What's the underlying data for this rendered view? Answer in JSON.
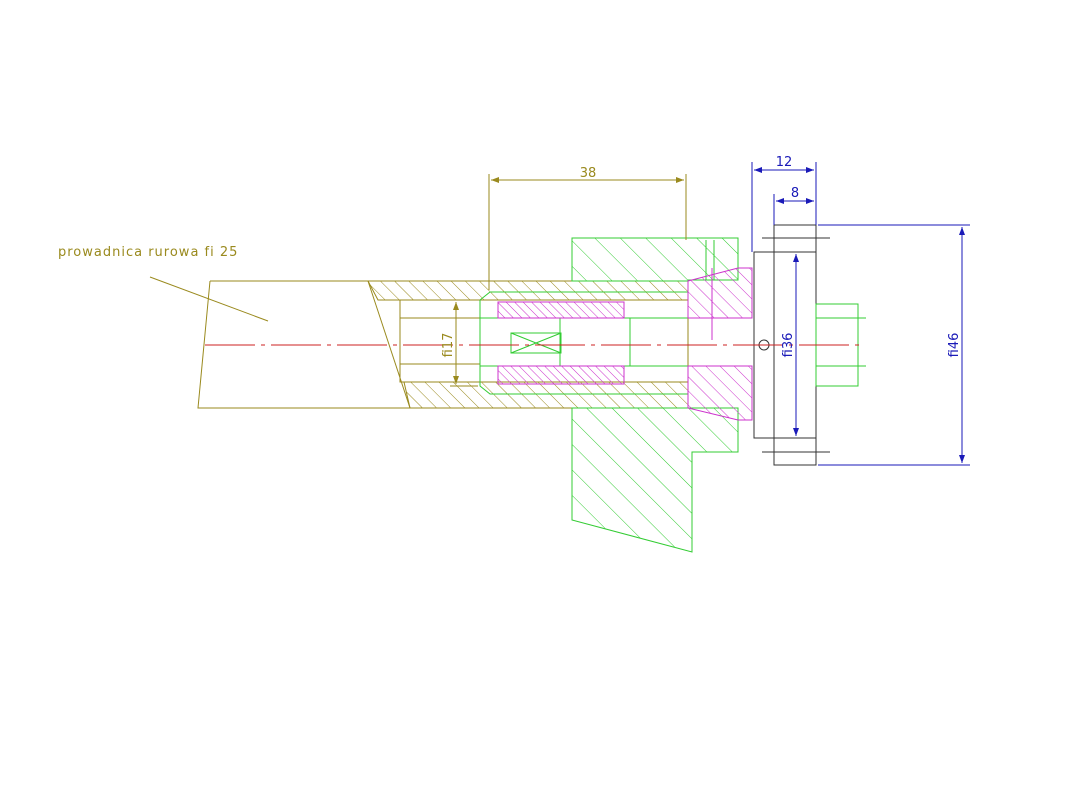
{
  "annotations": {
    "guide_label": "prowadnica rurowa fi 25",
    "dim_length": "38",
    "dim_top_outer": "12",
    "dim_top_inner": "8",
    "dim_bore": "fi17",
    "dim_flange_inner": "fi36",
    "dim_flange_outer": "fi46"
  },
  "colors": {
    "tube": "#9a8a1e",
    "housing": "#33cc33",
    "insert": "#cc33cc",
    "dimension": "#1a1ab8",
    "flange": "#333333",
    "centerline": "#cc2222"
  }
}
